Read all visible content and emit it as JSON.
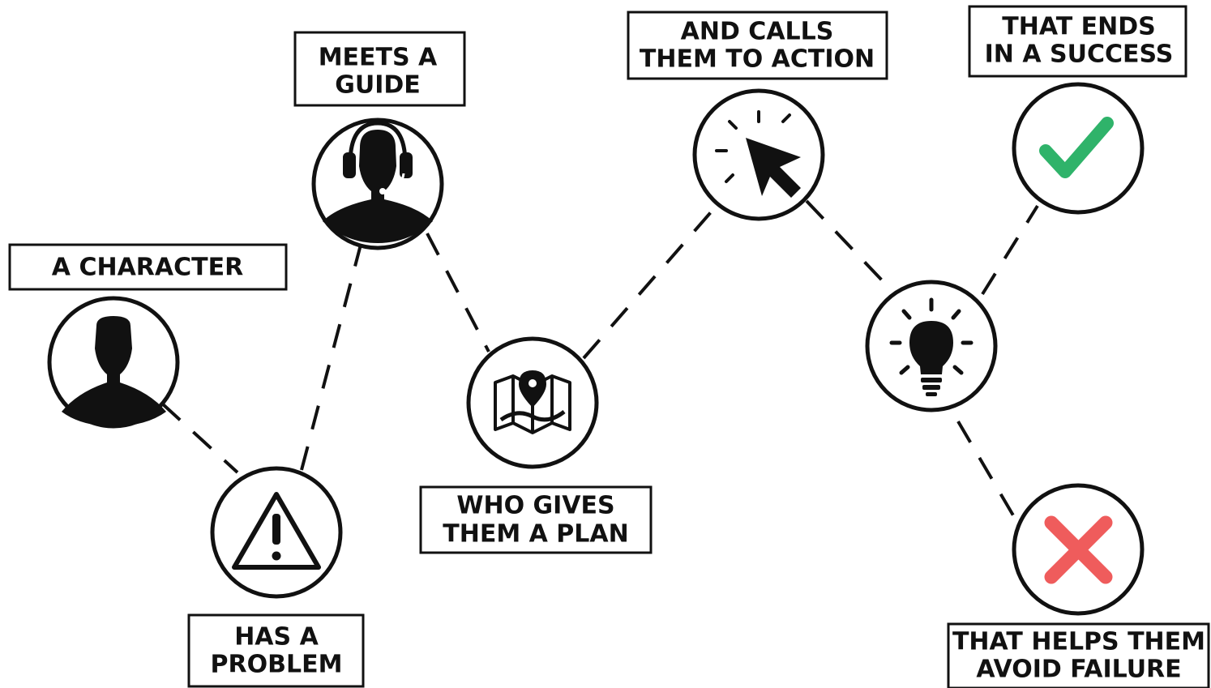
{
  "steps": [
    {
      "id": "character",
      "lines": [
        "A CHARACTER"
      ],
      "icon": "person-silhouette-icon"
    },
    {
      "id": "problem",
      "lines": [
        "HAS A",
        "PROBLEM"
      ],
      "icon": "warning-triangle-icon"
    },
    {
      "id": "guide",
      "lines": [
        "MEETS A",
        "GUIDE"
      ],
      "icon": "headset-person-icon"
    },
    {
      "id": "plan",
      "lines": [
        "WHO GIVES",
        "THEM A PLAN"
      ],
      "icon": "map-pin-icon"
    },
    {
      "id": "action",
      "lines": [
        "AND CALLS",
        "THEM TO ACTION"
      ],
      "icon": "cursor-click-icon"
    },
    {
      "id": "insight",
      "lines": [],
      "icon": "lightbulb-icon"
    },
    {
      "id": "success",
      "lines": [
        "THAT ENDS",
        "IN A SUCCESS"
      ],
      "icon": "checkmark-icon"
    },
    {
      "id": "failure",
      "lines": [
        "THAT HELPS THEM",
        "AVOID FAILURE"
      ],
      "icon": "x-mark-icon"
    }
  ],
  "colors": {
    "line": "#111111",
    "stroke": "#111111",
    "success": "#2fb36a",
    "failure": "#ef5c5c"
  }
}
